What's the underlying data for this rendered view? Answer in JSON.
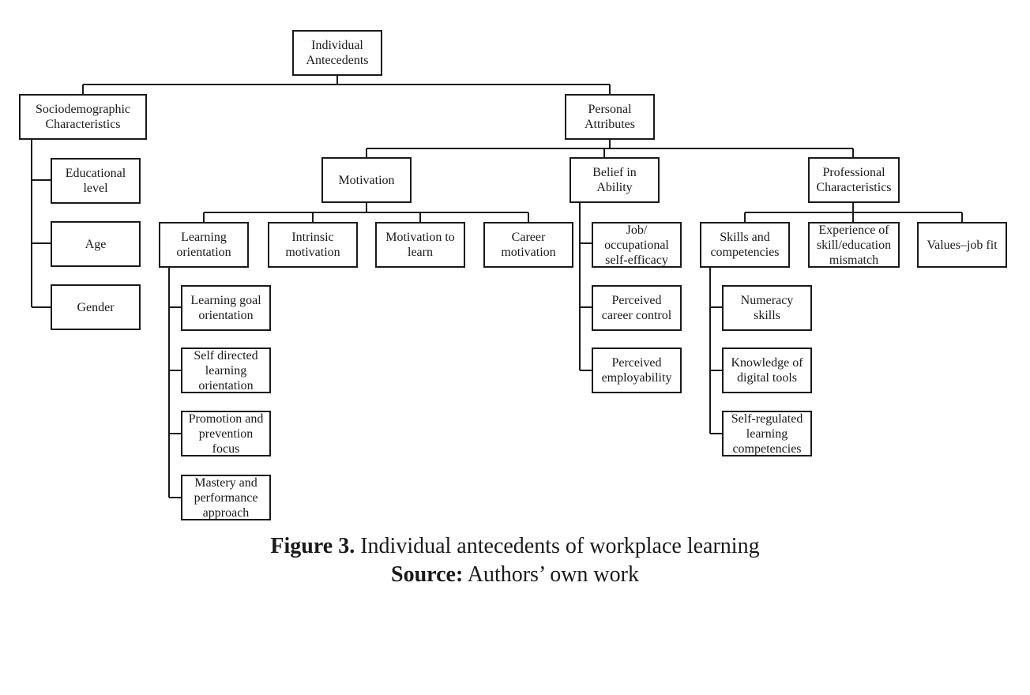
{
  "nodes": {
    "root": "Individual\nAntecedents",
    "socio": "Sociodemographic\nCharacteristics",
    "edu": "Educational\nlevel",
    "age": "Age",
    "gender": "Gender",
    "personal": "Personal\nAttributes",
    "motivation": "Motivation",
    "belief": "Belief in\nAbility",
    "professional": "Professional\nCharacteristics",
    "learning_orientation": "Learning\norientation",
    "intrinsic": "Intrinsic\nmotivation",
    "motivation_to_learn": "Motivation to\nlearn",
    "career_motivation": "Career\nmotivation",
    "goal_orientation": "Learning goal\norientation",
    "self_directed": "Self directed\nlearning\norientation",
    "promotion": "Promotion and\nprevention\nfocus",
    "mastery": "Mastery and\nperformance\napproach",
    "self_efficacy": "Job/\noccupational\nself-efficacy",
    "career_control": "Perceived\ncareer control",
    "employability": "Perceived\nemployability",
    "skills": "Skills and\ncompetencies",
    "mismatch": "Experience of\nskill/education\nmismatch",
    "values_fit": "Values–job fit",
    "numeracy": "Numeracy\nskills",
    "digital_tools": "Knowledge of\ndigital tools",
    "self_regulated": "Self-regulated\nlearning\ncompetencies"
  },
  "caption": {
    "figure_label": "Figure 3.",
    "figure_title": "Individual antecedents of workplace learning",
    "source_label": "Source:",
    "source_text": "Authors’ own work"
  },
  "colors": {
    "stroke": "#1a1a1a",
    "background": "#ffffff"
  }
}
